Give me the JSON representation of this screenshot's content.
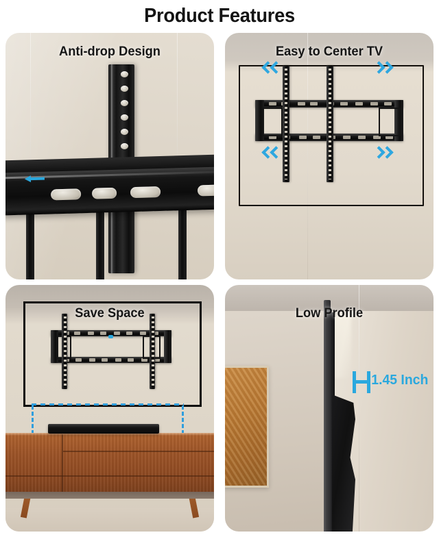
{
  "header": {
    "title": "Product Features"
  },
  "colors": {
    "accent_cyan": "#2aa8de",
    "dashed_highlight": "#2f9ede",
    "title_text": "#141414",
    "panel_wall_beige": "#ded6c9",
    "console_wood": "#9d5428",
    "mount_black": "#111111"
  },
  "panels": [
    {
      "id": "anti-drop",
      "label": "Anti-drop Design",
      "position": "top-left",
      "description": "Close-up of vertical perforated mounting arm hooked over horizontal wall plate",
      "annotation_icon": "left-arrow-icon",
      "annotation_color": "#2aa8de"
    },
    {
      "id": "easy-center",
      "label": "Easy to Center TV",
      "position": "top-right",
      "description": "Full TV wall mount bracket with lateral shift arrows on both sides",
      "arrows": {
        "left_icon": "double-chevron-left-icon",
        "right_icon": "double-chevron-right-icon",
        "count_per_side": 2,
        "color": "#2ea7e0"
      }
    },
    {
      "id": "save-space",
      "label": "Save Space",
      "position": "bottom-left",
      "description": "Mount on wall inside TV outline with dashed blue soundbar clearance zone above media console",
      "highlight_style": "dashed",
      "highlight_color": "#2f9ede"
    },
    {
      "id": "low-profile",
      "label": "Low Profile",
      "position": "bottom-right",
      "description": "Side profile of TV mounted flush to wall with depth dimension callout",
      "callout": {
        "value": "1.45",
        "unit": "Inch",
        "text": "1.45 Inch",
        "marker_icon": "dimension-caliper-icon",
        "color": "#2aa8de"
      }
    }
  ]
}
